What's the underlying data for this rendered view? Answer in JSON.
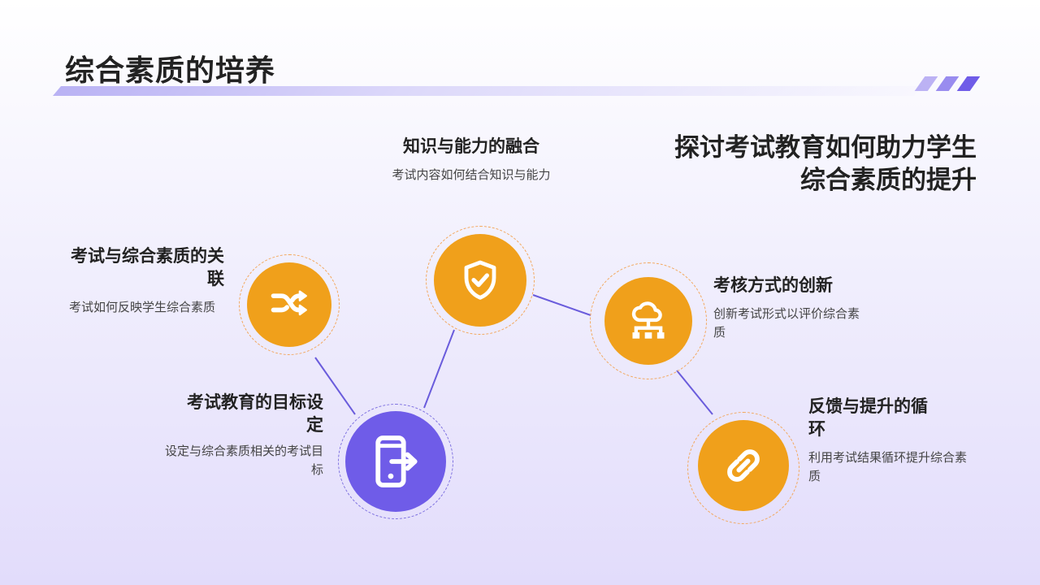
{
  "page": {
    "title": "综合素质的培养",
    "subtitle": "探讨考试教育如何助力学生综合素质的提升"
  },
  "colors": {
    "orange": "#f0a01b",
    "orange_ring": "#f3a65a",
    "purple": "#6f5ce8",
    "purple_ring": "#7d70e0",
    "link": "#6a5cdc"
  },
  "nodes": [
    {
      "id": "n1",
      "icon": "shuffle-icon",
      "color": "orange",
      "heading": "考试与综合素质的关联",
      "description": "考试如何反映学生综合素质"
    },
    {
      "id": "n2",
      "icon": "phone-exit-icon",
      "color": "purple",
      "heading": "考试教育的目标设定",
      "description": "设定与综合素质相关的考试目标"
    },
    {
      "id": "n3",
      "icon": "shield-check-icon",
      "color": "orange",
      "heading": "知识与能力的融合",
      "description": "考试内容如何结合知识与能力"
    },
    {
      "id": "n4",
      "icon": "cloud-network-icon",
      "color": "orange",
      "heading": "考核方式的创新",
      "description": "创新考试形式以评价综合素质"
    },
    {
      "id": "n5",
      "icon": "link-icon",
      "color": "orange",
      "heading": "反馈与提升的循环",
      "description": "利用考试结果循环提升综合素质"
    }
  ]
}
